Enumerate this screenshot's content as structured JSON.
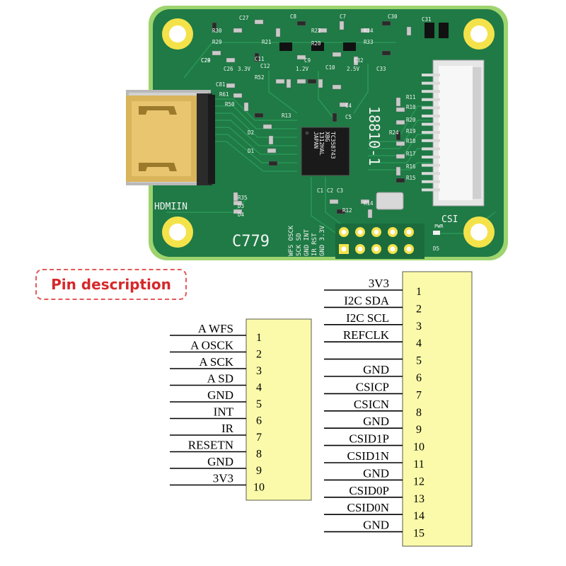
{
  "board": {
    "model": "C779",
    "chip_id": "18810-1",
    "hdmi_label": "HDMIIN",
    "csi_label": "CSI",
    "pwr_label": "PWR",
    "ic_lines": [
      "TC358743",
      "XBG",
      "1312HAL",
      "JAPAN"
    ],
    "header_labels": [
      "WFS OSCK",
      "SCK SD",
      "GND INT",
      "IR RST",
      "GND 3.3V"
    ],
    "components": [
      "C27",
      "C8",
      "C7",
      "C30",
      "C31",
      "R30",
      "R29",
      "C28",
      "C26",
      "R21",
      "C11",
      "C12",
      "R22",
      "R20",
      "R34",
      "R33",
      "C32",
      "C33",
      "C9",
      "C10",
      "C29",
      "3.3V",
      "1.2V",
      "2.5V",
      "C81",
      "R61",
      "R52",
      "R50",
      "R13",
      "D2",
      "D1",
      "C1",
      "C2",
      "C3",
      "C4",
      "C5",
      "R11",
      "R10",
      "R20",
      "R19",
      "R18",
      "R17",
      "R16",
      "R15",
      "R14",
      "R12",
      "R35",
      "D3",
      "D4",
      "D5",
      "R24"
    ]
  },
  "pin_description_title": "Pin description",
  "left_header": {
    "labels": [
      "A  WFS",
      "A  OSCK",
      "A  SCK",
      "A  SD",
      "GND",
      "INT",
      "IR",
      "RESETN",
      "GND",
      "3V3"
    ],
    "numbers": [
      "1",
      "2",
      "3",
      "4",
      "5",
      "6",
      "7",
      "8",
      "9",
      "10"
    ]
  },
  "right_header": {
    "labels": [
      "3V3",
      "I2C  SDA",
      "I2C  SCL",
      "REFCLK",
      "",
      "GND",
      "CSICP",
      "CSICN",
      "GND",
      "CSID1P",
      "CSID1N",
      "GND",
      "CSID0P",
      "CSID0N",
      "GND"
    ],
    "numbers": [
      "1",
      "2",
      "3",
      "4",
      "5",
      "6",
      "7",
      "8",
      "9",
      "10",
      "11",
      "12",
      "13",
      "14",
      "15"
    ]
  },
  "colors": {
    "pcb": "#1f7a45",
    "pcb_edge": "#8fd06a",
    "gold": "#d9b45a",
    "mount_hole": "#f4e24a",
    "connector_fill": "#fafaaa",
    "wire": "#000000"
  }
}
